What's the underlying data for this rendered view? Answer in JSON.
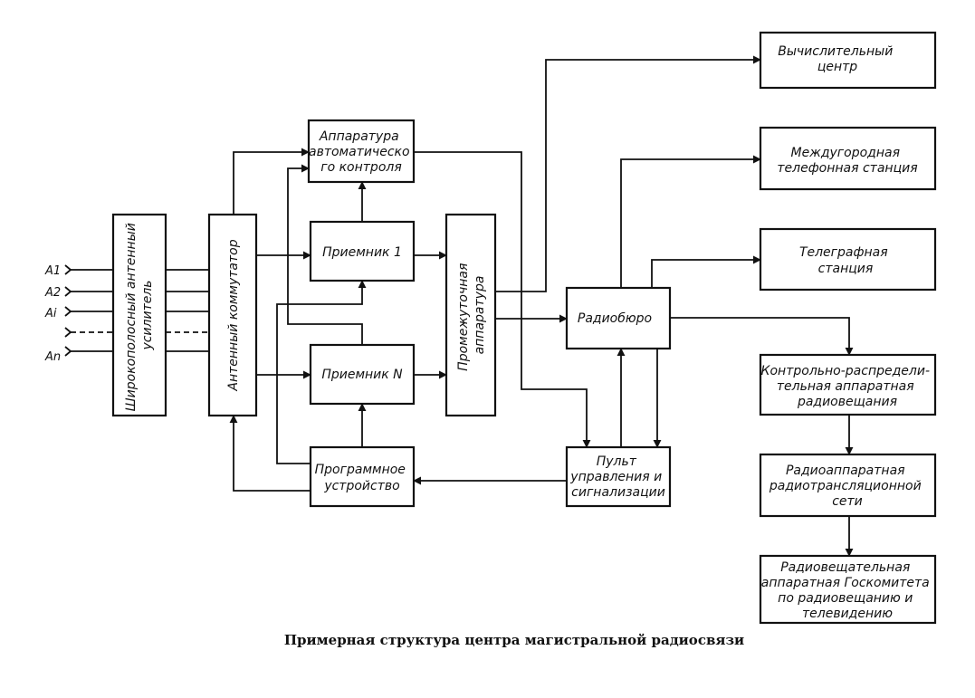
{
  "antennas": {
    "a1": "A1",
    "a2": "A2",
    "ai": "Ai",
    "an": "An"
  },
  "blocks": {
    "amplifier": [
      "Широкополосный антенный",
      "усилитель"
    ],
    "commutator": [
      "Антенный коммутатор"
    ],
    "auto_control": [
      "Аппаратура",
      "автоматическо",
      "го контроля"
    ],
    "receiver_1": [
      "Приемник 1"
    ],
    "receiver_n": [
      "Приемник N"
    ],
    "program_device": [
      "Программное",
      "устройство"
    ],
    "intermediate": [
      "Промежуточная",
      "аппаратура"
    ],
    "radio_bureau": [
      "Радиобюро"
    ],
    "control_panel": [
      "Пульт",
      "управления и",
      "сигнализации"
    ],
    "computing_center": [
      "Вычислительный",
      "центр"
    ],
    "phone_station": [
      "Междугородная",
      "телефонная станция"
    ],
    "telegraph_station": [
      "Телеграфная",
      "станция"
    ],
    "control_distribution": [
      "Контрольно-распредели-",
      "тельная аппаратная",
      "радиовещания"
    ],
    "radio_translation": [
      "Радиоаппаратная",
      "радиотрансляционной",
      "сети"
    ],
    "gosteleradio": [
      "Радиовещательная",
      "аппаратная Госкомитета",
      "по радиовещанию и",
      "телевидению"
    ]
  },
  "caption": "Примерная структура центра магистральной радиосвязи"
}
